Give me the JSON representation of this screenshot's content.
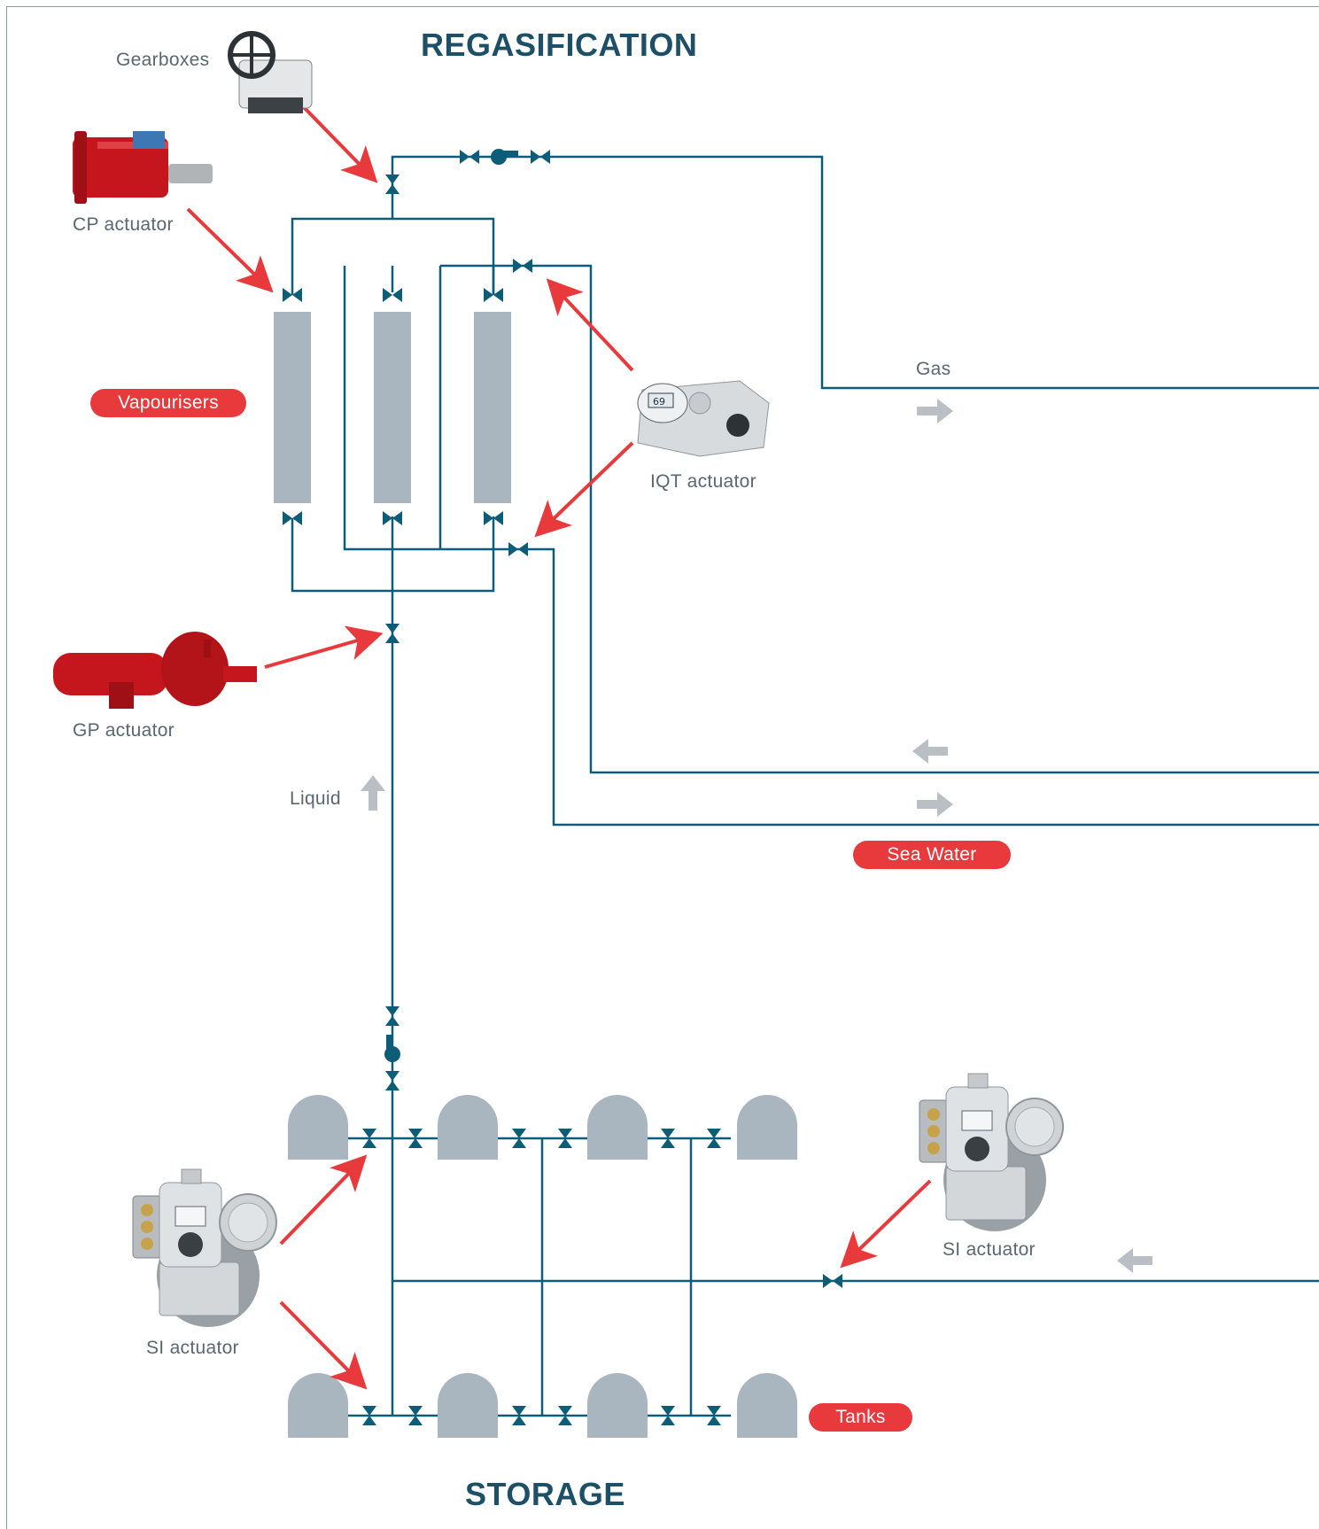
{
  "titles": {
    "regasification": "REGASIFICATION",
    "storage": "STORAGE"
  },
  "labels": {
    "gearboxes": "Gearboxes",
    "cp_actuator": "CP actuator",
    "iqt_actuator": "IQT actuator",
    "gp_actuator": "GP actuator",
    "gas": "Gas",
    "liquid": "Liquid",
    "si_actuator_left": "SI actuator",
    "si_actuator_right": "SI actuator"
  },
  "pills": {
    "vapourisers": "Vapourisers",
    "sea_water": "Sea Water",
    "tanks": "Tanks"
  },
  "device_display": {
    "iqt_readout": "69"
  },
  "colors": {
    "pipe": "#0e5d78",
    "vessel": "#a9b6bf",
    "pointer_arrow": "#e8393c",
    "flow_arrow": "#b9bfc4",
    "highlight_pill": "#e8393c",
    "title": "#1d4f66",
    "actuator_red": "#c4161c",
    "actuator_grey": "#c9ced2"
  },
  "icons": [
    "gearbox-icon",
    "cp-actuator-icon",
    "iqt-actuator-icon",
    "gp-actuator-icon",
    "si-actuator-icon",
    "valve-icon",
    "pump-icon",
    "flow-arrow-icon",
    "pointer-arrow-icon"
  ]
}
